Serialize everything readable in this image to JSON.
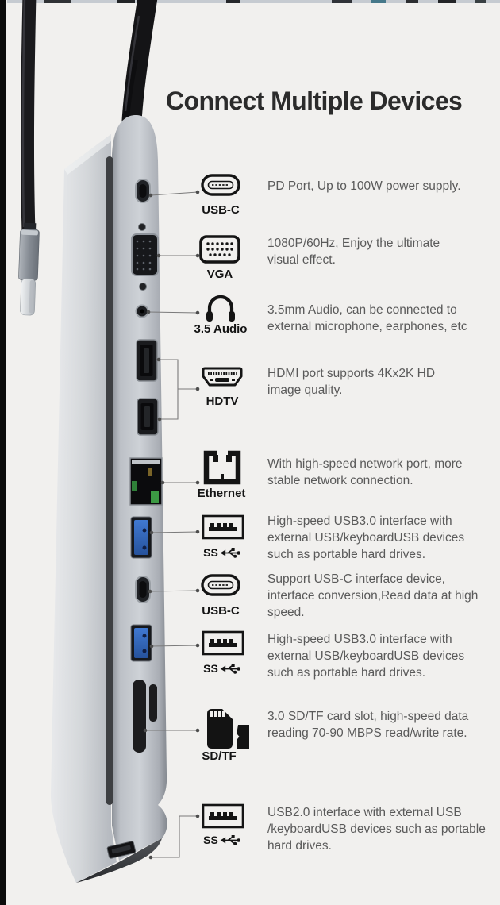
{
  "page": {
    "background": "#f1f0ee",
    "title": "Connect Multiple Devices"
  },
  "device": {
    "name": "USB-C docking station with attached USB-C cable",
    "colors": {
      "body_silver": "#c7cbd1",
      "usb3_port_blue": "#2f62b0",
      "ethernet_green": "#3c9a44",
      "cable_black": "#1a1a1d"
    }
  },
  "rows": [
    {
      "id": "pd-usbc",
      "icon": "usb-c-port-icon",
      "port_label": "USB-C",
      "description": "PD Port, Up to 100W power supply."
    },
    {
      "id": "vga",
      "icon": "vga-port-icon",
      "port_label": "VGA",
      "description": "1080P/60Hz, Enjoy the ultimate visual effect."
    },
    {
      "id": "audio",
      "icon": "headphones-icon",
      "port_label": "3.5 Audio",
      "description": "3.5mm Audio, can be connected to external microphone, earphones, etc"
    },
    {
      "id": "hdmi",
      "icon": "hdmi-port-icon",
      "port_label": "HDTV",
      "description": "HDMI port supports 4Kx2K HD image quality."
    },
    {
      "id": "ethernet",
      "icon": "ethernet-port-icon",
      "port_label": "Ethernet",
      "description": "With high-speed network port, more stable network connection."
    },
    {
      "id": "usb3-a",
      "icon": "usb-a-port-icon",
      "port_label": "SS",
      "description": "High-speed USB3.0 interface with external USB/keyboardUSB devices such as portable hard drives."
    },
    {
      "id": "usbc-data",
      "icon": "usb-c-port-icon",
      "port_label": "USB-C",
      "description": "Support USB-C interface device, interface conversion,Read data at high speed."
    },
    {
      "id": "usb3-b",
      "icon": "usb-a-port-icon",
      "port_label": "SS",
      "description": "High-speed USB3.0 interface with external USB/keyboardUSB devices such as portable hard drives."
    },
    {
      "id": "sdtf",
      "icon": "sd-card-icon",
      "port_label": "SD/TF",
      "description": "3.0 SD/TF card slot, high-speed data reading 70-90 MBPS read/write rate."
    },
    {
      "id": "usb2",
      "icon": "usb-a-port-icon",
      "port_label": "SS",
      "description": "USB2.0 interface with external USB /keyboardUSB devices such as portable hard drives."
    }
  ]
}
